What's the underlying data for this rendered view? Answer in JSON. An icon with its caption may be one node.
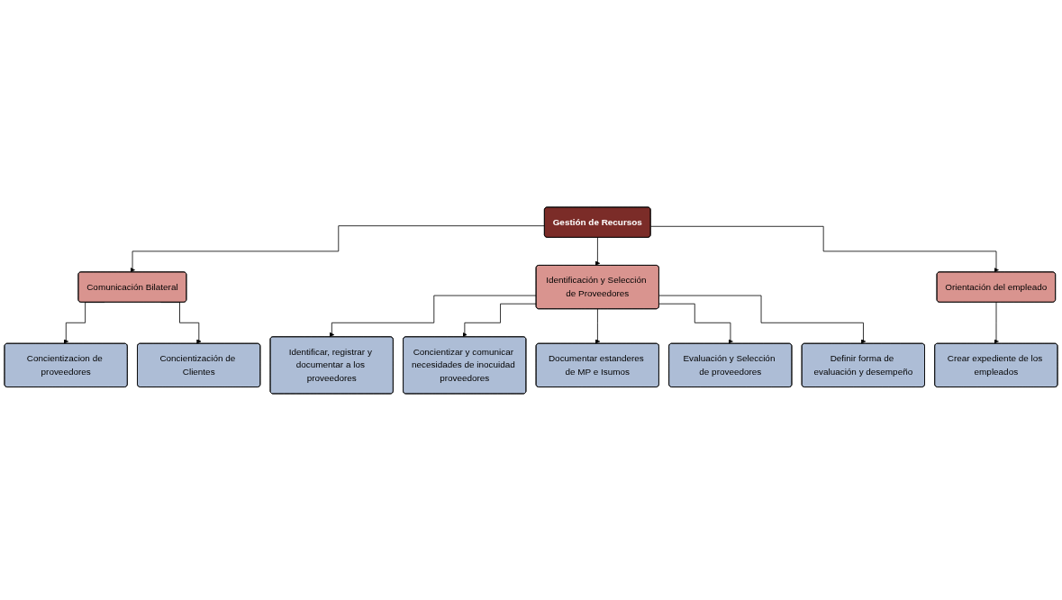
{
  "diagram": {
    "nodes": [
      {
        "text": [
          "Gestión de Recursos"
        ]
      },
      {
        "text": [
          "Comunicación Bilateral"
        ]
      },
      {
        "text": [
          "Identificación y Selección de Proveedores"
        ]
      },
      {
        "text": [
          "Orientación del empleado"
        ]
      },
      {
        "text": [
          "Concientizacion de proveedores"
        ]
      },
      {
        "text": [
          "Concientización de Clientes"
        ]
      },
      {
        "text": [
          "Identificar, registrar y documentar a los proveedores"
        ]
      },
      {
        "text": [
          "Concientizar y comunicar necesidades de inocuidad proveedores"
        ]
      },
      {
        "text": [
          "Documentar estanderes de MP e Isumos"
        ]
      },
      {
        "text": [
          "Evaluación y Selección de proveedores"
        ]
      },
      {
        "text": [
          "Definir forma de evaluación y desempeño"
        ]
      },
      {
        "text": [
          "Crear expediente de los empleados"
        ]
      }
    ],
    "edges": [
      {
        "from": 0,
        "to": 1,
        "arrow": "to"
      },
      {
        "from": 0,
        "to": 2,
        "arrow": "to"
      },
      {
        "from": 0,
        "to": 3,
        "arrow": "to"
      },
      {
        "from": 1,
        "to": 4,
        "arrow": "to"
      },
      {
        "from": 1,
        "to": 5,
        "arrow": "to"
      },
      {
        "from": 2,
        "to": 6,
        "arrow": "to"
      },
      {
        "from": 2,
        "to": 7,
        "arrow": "to"
      },
      {
        "from": 2,
        "to": 8,
        "arrow": "to"
      },
      {
        "from": 2,
        "to": 9,
        "arrow": "to"
      },
      {
        "from": 2,
        "to": 10,
        "arrow": "to"
      },
      {
        "from": 3,
        "to": 11,
        "arrow": "to"
      }
    ]
  }
}
